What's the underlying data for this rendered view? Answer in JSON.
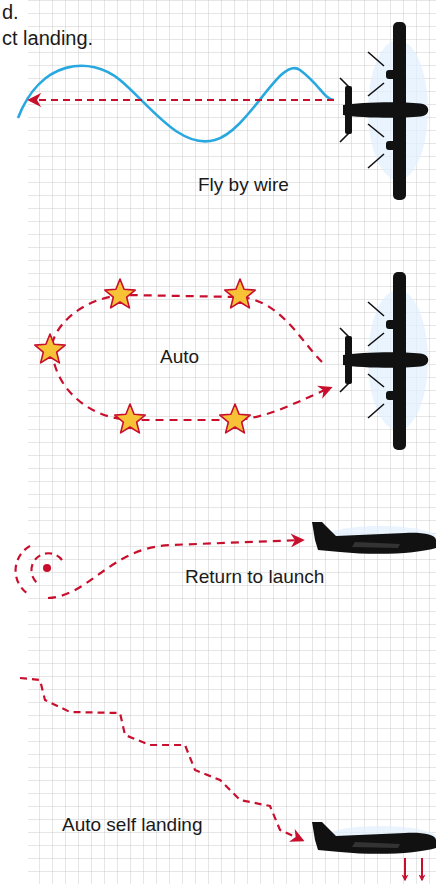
{
  "diagram": {
    "labels": [
      "d.",
      "ct landing.",
      "Fly by wire",
      "Auto",
      "Return to launch",
      "Auto self landing"
    ]
  }
}
